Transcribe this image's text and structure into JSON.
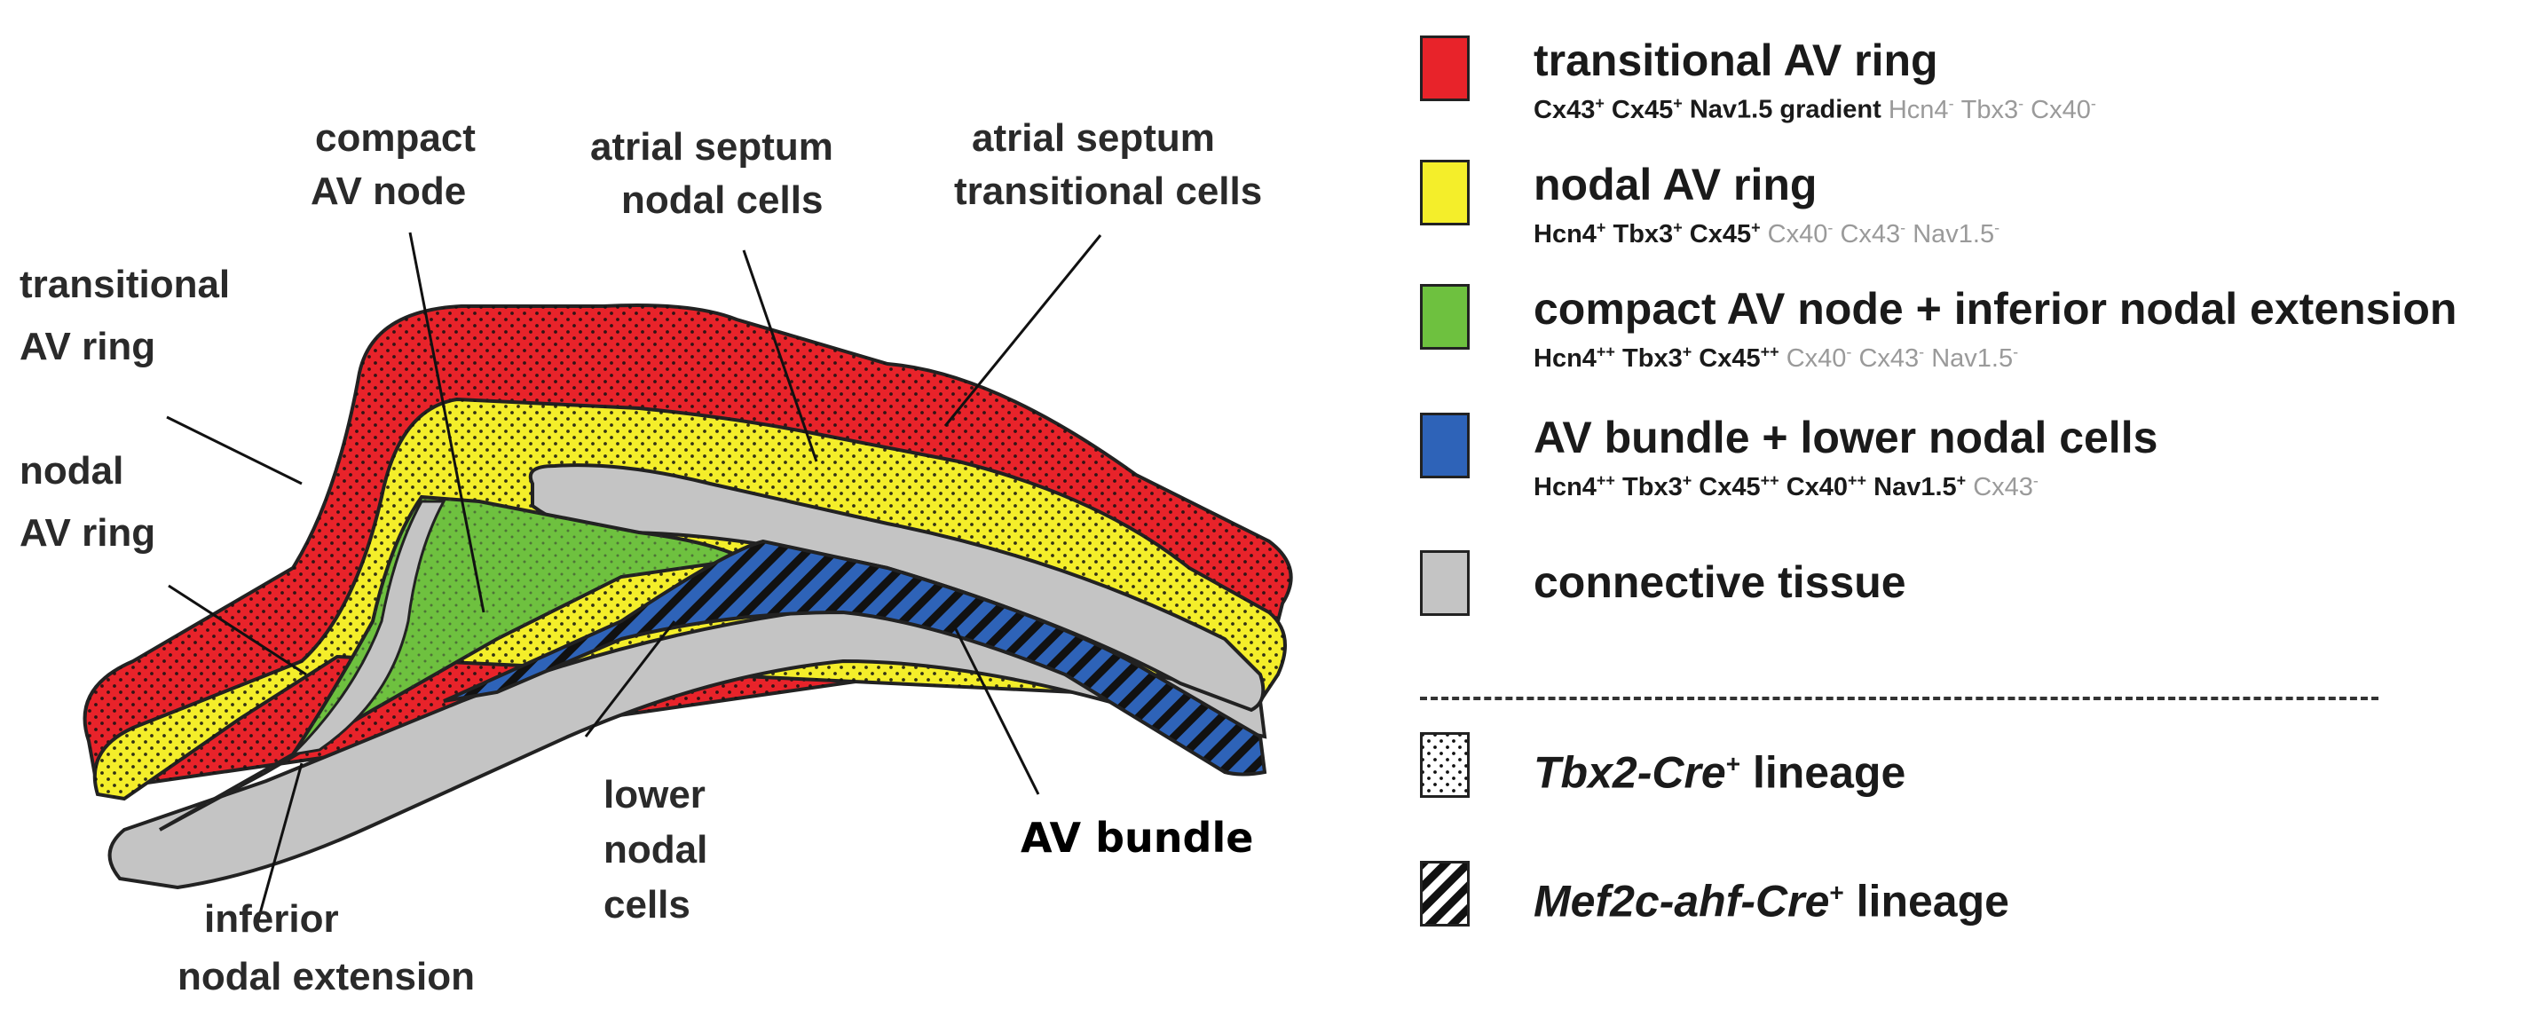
{
  "diagram": {
    "labels": {
      "compact_av_node": [
        "compact",
        "AV node"
      ],
      "atrial_septum_nodal": [
        "atrial septum",
        "nodal cells"
      ],
      "atrial_septum_transitional": [
        "atrial septum",
        "transitional cells"
      ],
      "transitional_av_ring": [
        "transitional",
        "AV ring"
      ],
      "nodal_av_ring": [
        "nodal",
        "AV ring"
      ],
      "lower_nodal_cells": [
        "lower",
        "nodal",
        "cells"
      ],
      "inferior_nodal_extension": [
        "inferior",
        "nodal extension"
      ],
      "av_bundle": "AV bundle"
    },
    "colors": {
      "red": "#e8232a",
      "yellow": "#f4ee2a",
      "green": "#6ec13f",
      "blue": "#2e63b8",
      "grey": "#c4c4c4"
    }
  },
  "legend": {
    "items": [
      {
        "title": "transitional AV ring",
        "markers": [
          {
            "name": "Cx43",
            "sup": "+",
            "state": "pos"
          },
          {
            "name": "Cx45",
            "sup": "+",
            "state": "pos"
          },
          {
            "name": "Nav1.5 gradient",
            "sup": "",
            "state": "pos"
          },
          {
            "name": "Hcn4",
            "sup": "-",
            "state": "neg"
          },
          {
            "name": "Tbx3",
            "sup": "-",
            "state": "neg"
          },
          {
            "name": "Cx40",
            "sup": "-",
            "state": "neg"
          }
        ],
        "color": "#e8232a"
      },
      {
        "title": "nodal AV ring",
        "markers": [
          {
            "name": "Hcn4",
            "sup": "+",
            "state": "pos"
          },
          {
            "name": "Tbx3",
            "sup": "+",
            "state": "pos"
          },
          {
            "name": "Cx45",
            "sup": "+",
            "state": "pos"
          },
          {
            "name": "Cx40",
            "sup": "-",
            "state": "neg"
          },
          {
            "name": "Cx43",
            "sup": "-",
            "state": "neg"
          },
          {
            "name": "Nav1.5",
            "sup": "-",
            "state": "neg"
          }
        ],
        "color": "#f4ee2a"
      },
      {
        "title": "compact AV node + inferior nodal extension",
        "markers": [
          {
            "name": "Hcn4",
            "sup": "++",
            "state": "pos"
          },
          {
            "name": "Tbx3",
            "sup": "+",
            "state": "pos"
          },
          {
            "name": "Cx45",
            "sup": "++",
            "state": "pos"
          },
          {
            "name": "Cx40",
            "sup": "-",
            "state": "neg"
          },
          {
            "name": "Cx43",
            "sup": "-",
            "state": "neg"
          },
          {
            "name": "Nav1.5",
            "sup": "-",
            "state": "neg"
          }
        ],
        "color": "#6ec13f"
      },
      {
        "title": "AV bundle + lower nodal cells",
        "markers": [
          {
            "name": "Hcn4",
            "sup": "++",
            "state": "pos"
          },
          {
            "name": "Tbx3",
            "sup": "+",
            "state": "pos"
          },
          {
            "name": "Cx45",
            "sup": "++",
            "state": "pos"
          },
          {
            "name": "Cx40",
            "sup": "++",
            "state": "pos"
          },
          {
            "name": "Nav1.5",
            "sup": "+",
            "state": "pos"
          },
          {
            "name": "Cx43",
            "sup": "-",
            "state": "neg"
          }
        ],
        "color": "#2e63b8"
      },
      {
        "title": "connective tissue",
        "markers": [],
        "color": "#c4c4c4"
      }
    ],
    "lineages": [
      {
        "italic": "Tbx2-Cre",
        "sup": "+",
        "rest": " lineage",
        "pattern": "dots"
      },
      {
        "italic": "Mef2c-ahf-Cre",
        "sup": "+",
        "rest": " lineage",
        "pattern": "stripes"
      }
    ]
  }
}
